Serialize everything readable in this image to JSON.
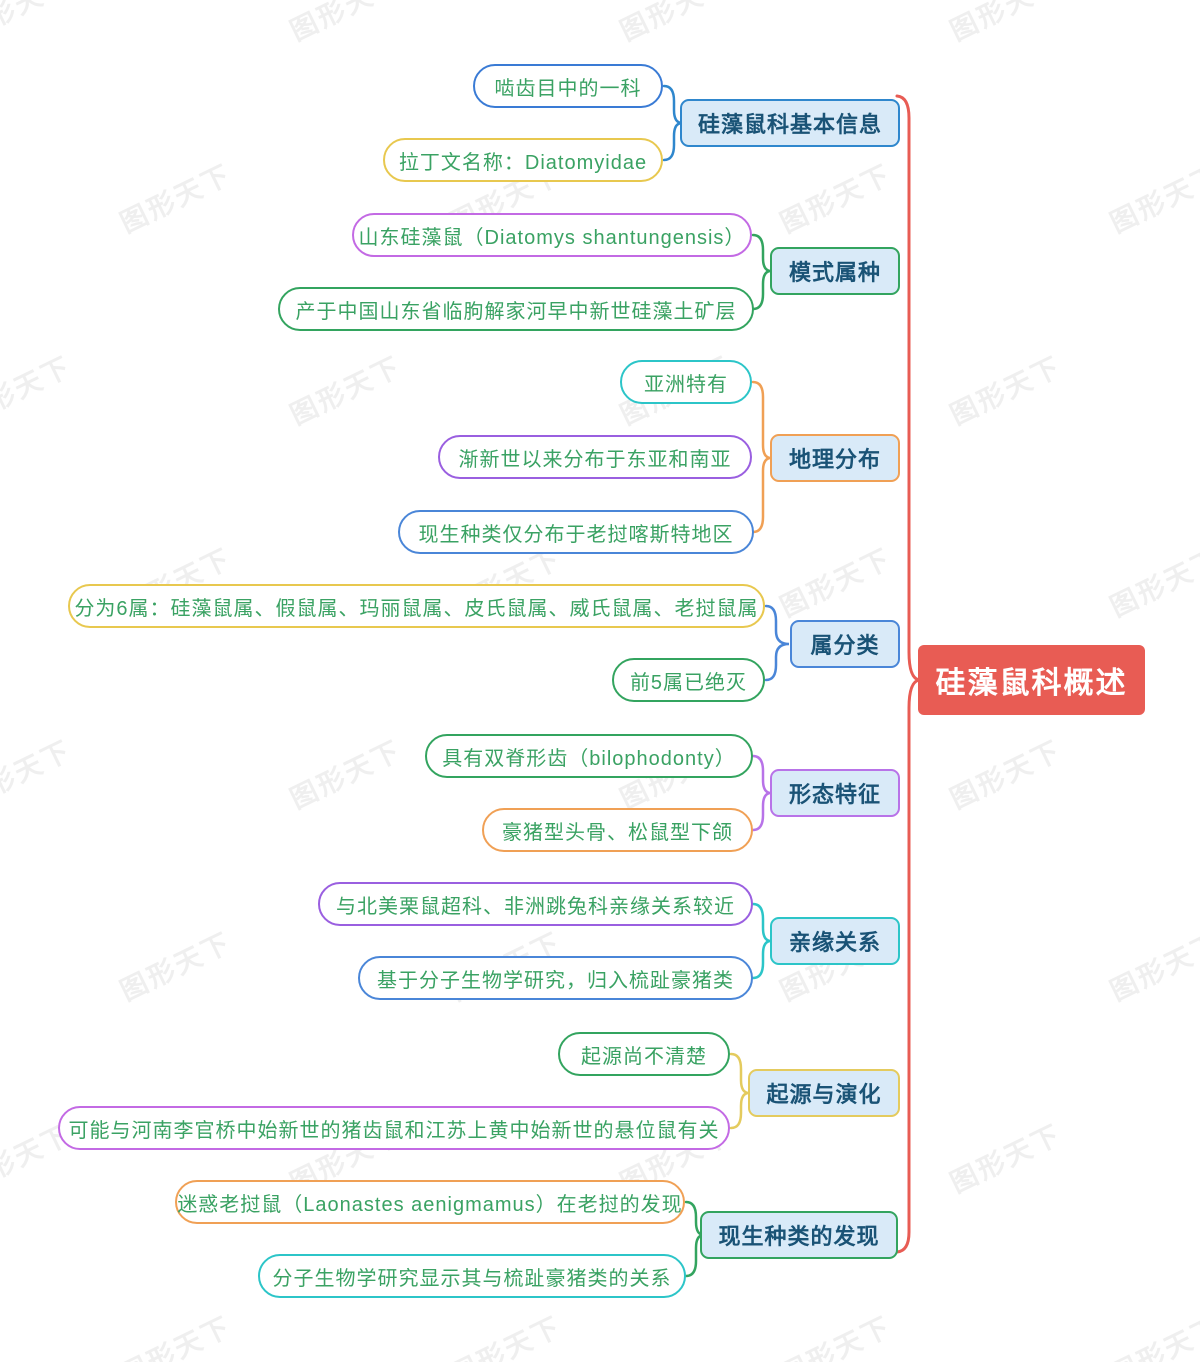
{
  "watermark": {
    "text": "图形天下"
  },
  "root": {
    "label": "硅藻鼠科概述",
    "fill": "#e85c54",
    "text_color": "#ffffff"
  },
  "palette": {
    "topic_fill": "#d9eaf8",
    "topic_text": "#1a5376",
    "pill_text": "#3aa263"
  },
  "topics": [
    {
      "label": "硅藻鼠科基本信息",
      "border": "#2f87cd",
      "children": [
        {
          "label": "啮齿目中的一科",
          "border": "#3a7bd5"
        },
        {
          "label": "拉丁文名称：Diatomyidae",
          "border": "#e8c84f"
        }
      ]
    },
    {
      "label": "模式属种",
      "border": "#33a45f",
      "children": [
        {
          "label": "山东硅藻鼠（Diatomys shantungensis）",
          "border": "#c36ae4"
        },
        {
          "label": "产于中国山东省临朐解家河早中新世硅藻土矿层",
          "border": "#33a45f"
        }
      ]
    },
    {
      "label": "地理分布",
      "border": "#f0a055",
      "children": [
        {
          "label": "亚洲特有",
          "border": "#2cc5c8"
        },
        {
          "label": "渐新世以来分布于东亚和南亚",
          "border": "#9a5fe0"
        },
        {
          "label": "现生种类仅分布于老挝喀斯特地区",
          "border": "#4a86d8"
        }
      ]
    },
    {
      "label": "属分类",
      "border": "#4a86d8",
      "children": [
        {
          "label": "分为6属：硅藻鼠属、假鼠属、玛丽鼠属、皮氏鼠属、威氏鼠属、老挝鼠属",
          "border": "#e8c84f"
        },
        {
          "label": "前5属已绝灭",
          "border": "#33a45f"
        }
      ]
    },
    {
      "label": "形态特征",
      "border": "#b873e8",
      "children": [
        {
          "label": "具有双脊形齿（bilophodonty）",
          "border": "#33a45f"
        },
        {
          "label": "豪猪型头骨、松鼠型下颌",
          "border": "#f0a055"
        }
      ]
    },
    {
      "label": "亲缘关系",
      "border": "#2cc5c8",
      "children": [
        {
          "label": "与北美栗鼠超科、非洲跳兔科亲缘关系较近",
          "border": "#9a5fe0"
        },
        {
          "label": "基于分子生物学研究，归入梳趾豪猪类",
          "border": "#4a86d8"
        }
      ]
    },
    {
      "label": "起源与演化",
      "border": "#e4cb5e",
      "children": [
        {
          "label": "起源尚不清楚",
          "border": "#33a45f"
        },
        {
          "label": "可能与河南李官桥中始新世的猪齿鼠和江苏上黄中始新世的悬位鼠有关",
          "border": "#c36ae4"
        }
      ]
    },
    {
      "label": "现生种类的发现",
      "border": "#33a45f",
      "children": [
        {
          "label": "迷惑老挝鼠（Laonastes aenigmamus）在老挝的发现",
          "border": "#f0a055"
        },
        {
          "label": "分子生物学研究显示其与梳趾豪猪类的关系",
          "border": "#2cc5c8"
        }
      ]
    }
  ]
}
